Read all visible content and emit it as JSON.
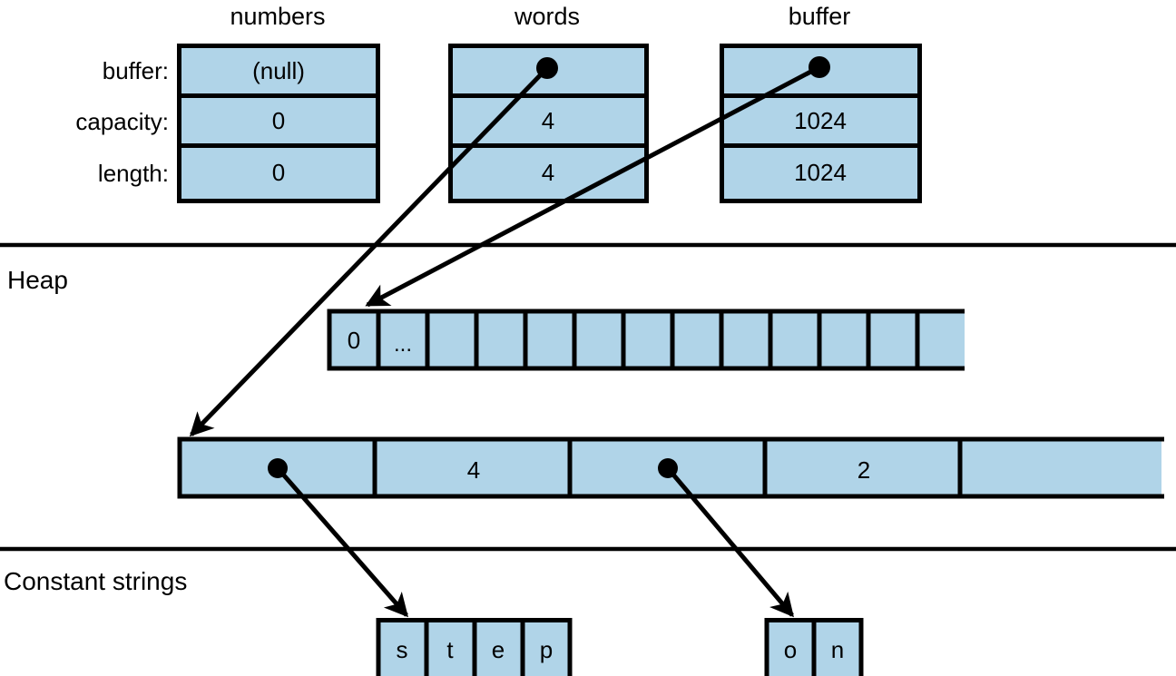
{
  "diagram": {
    "title": "Memory layout of string arrays: stack structs, heap arrays, constant strings",
    "accent_fill": "#b0d4e8",
    "stroke": "#000000",
    "background": "#ffffff"
  },
  "structs": [
    {
      "name": "numbers",
      "title": "numbers",
      "fields": [
        {
          "label": "buffer:",
          "value": "(null)",
          "is_pointer": false
        },
        {
          "label": "capacity:",
          "value": "0",
          "is_pointer": false
        },
        {
          "label": "length:",
          "value": "0",
          "is_pointer": false
        }
      ]
    },
    {
      "name": "words",
      "title": "words",
      "fields": [
        {
          "label": "buffer:",
          "value": "",
          "is_pointer": true
        },
        {
          "label": "capacity:",
          "value": "4",
          "is_pointer": false
        },
        {
          "label": "length:",
          "value": "4",
          "is_pointer": false
        }
      ]
    },
    {
      "name": "buffer",
      "title": "buffer",
      "fields": [
        {
          "label": "buffer:",
          "value": "",
          "is_pointer": true
        },
        {
          "label": "capacity:",
          "value": "1024",
          "is_pointer": false
        },
        {
          "label": "length:",
          "value": "1024",
          "is_pointer": false
        }
      ]
    }
  ],
  "row_labels": [
    "buffer:",
    "capacity:",
    "length:"
  ],
  "regions": [
    {
      "name": "heap",
      "label": "Heap"
    },
    {
      "name": "constant-strings",
      "label": "Constant strings"
    }
  ],
  "heap_arrays": [
    {
      "name": "char-buffer-array",
      "cells": [
        "0",
        "...",
        "",
        "",
        "",
        "",
        "",
        "",
        "",
        "",
        "",
        "",
        ""
      ],
      "open_right": true
    },
    {
      "name": "string-struct-array",
      "cells": [
        {
          "value": "",
          "is_pointer": true
        },
        {
          "value": "4",
          "is_pointer": false
        },
        {
          "value": "",
          "is_pointer": true
        },
        {
          "value": "2",
          "is_pointer": false
        },
        {
          "value": "",
          "is_pointer": false
        }
      ],
      "open_right": true
    }
  ],
  "constant_strings": [
    {
      "name": "string-step",
      "chars": [
        "s",
        "t",
        "e",
        "p"
      ]
    },
    {
      "name": "string-on",
      "chars": [
        "o",
        "n"
      ]
    }
  ]
}
